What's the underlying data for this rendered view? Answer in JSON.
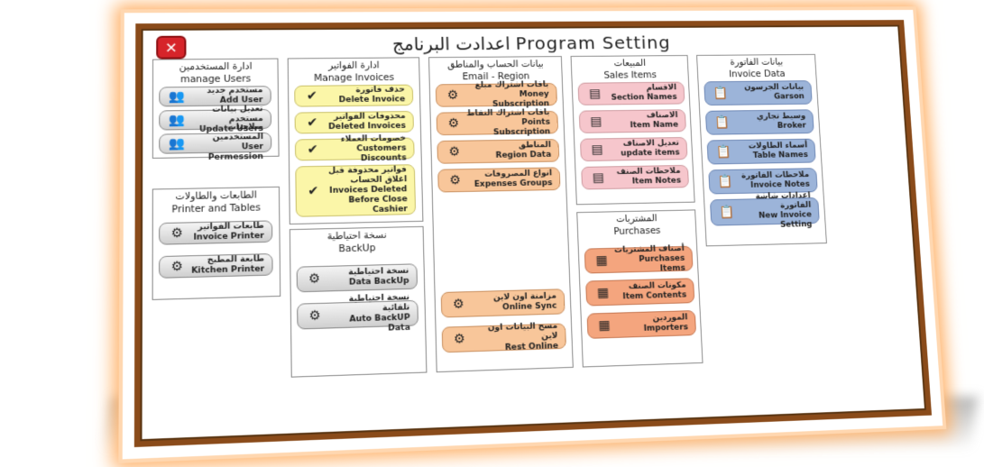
{
  "window": {
    "title": "اعدادت البرنامج Program Setting",
    "close_label": "✕"
  },
  "sections": {
    "users": {
      "ar": "ادارة المستخدمين",
      "en": "manage Users",
      "buttons": [
        {
          "ar": "مستخدم جديد",
          "en": "Add User"
        },
        {
          "ar": "تعديل بيانات مستخدم",
          "en": "Update Users"
        },
        {
          "ar": "صلاحيات المستخدمين",
          "en": "User Permession"
        }
      ]
    },
    "printers": {
      "ar": "الطابعات والطاولات",
      "en": "Printer and Tables",
      "buttons": [
        {
          "ar": "طابعات الفواتير",
          "en": "Invoice Printer"
        },
        {
          "ar": "طابعة المطبخ",
          "en": "Kitchen Printer"
        }
      ]
    },
    "invoices": {
      "ar": "ادارة الفواتير",
      "en": "Manage Invoices",
      "buttons": [
        {
          "ar": "حذف فاتورة",
          "en": "Delete Invoice"
        },
        {
          "ar": "محذوفات الفواتير",
          "en": "Deleted Invoices"
        },
        {
          "ar": "خصومات العملاء",
          "en": "Customers Discounts"
        },
        {
          "ar": "فواتير محذوفة قبل اغلاق الحساب",
          "en": "Invoices Deleted Before Close Cashier"
        }
      ]
    },
    "backup": {
      "ar": "نسخة احتياطية",
      "en": "BackUp",
      "buttons": [
        {
          "ar": "نسخة احتياطية",
          "en": "Data BackUp"
        },
        {
          "ar": "نسخة احتياطية تلقائية",
          "en": "Auto BackUP Data"
        }
      ]
    },
    "email": {
      "ar": "بيانات الحساب والمناطق",
      "en": "Email - Region",
      "buttons": [
        {
          "ar": "باقات اشتراك مبلغ",
          "en": "Money Subscription"
        },
        {
          "ar": "باقات اشتراك النقاط",
          "en": "Points Subscription"
        },
        {
          "ar": "المناطق",
          "en": "Region Data"
        },
        {
          "ar": "انواع المصروفات",
          "en": "Expenses Groups"
        },
        {
          "ar": "مزامنة اون لاين",
          "en": "Online Sync"
        },
        {
          "ar": "مسح البيانات اون لاين",
          "en": "Rest Online"
        }
      ]
    },
    "sales": {
      "ar": "المبيعات",
      "en": "Sales Items",
      "buttons": [
        {
          "ar": "الاقسام",
          "en": "Section Names"
        },
        {
          "ar": "الاصناف",
          "en": "Item Name"
        },
        {
          "ar": "تعديل الاصناف",
          "en": "update items"
        },
        {
          "ar": "ملاحظات الصنف",
          "en": "Item Notes"
        }
      ]
    },
    "purchases": {
      "ar": "المشتريات",
      "en": "Purchases",
      "buttons": [
        {
          "ar": "أصناف المشتريات",
          "en": "Purchases Items"
        },
        {
          "ar": "مكونات الصنف",
          "en": "Item Contents"
        },
        {
          "ar": "الموردين",
          "en": "Importers"
        }
      ]
    },
    "invoice_data": {
      "ar": "بيانات الفاتورة",
      "en": "Invoice Data",
      "buttons": [
        {
          "ar": "بيانات الجرسون",
          "en": "Garson"
        },
        {
          "ar": "وسيط تجاري",
          "en": "Broker"
        },
        {
          "ar": "أسماء الطاولات",
          "en": "Table Names"
        },
        {
          "ar": "ملاحظات الفاتورة",
          "en": "Invoice Notes"
        },
        {
          "ar": "اعدادات شاشة الفاتورة",
          "en": "New Invoice Setting"
        }
      ]
    }
  },
  "colors": {
    "frame": "#8a4b1a",
    "glow": "#ffb36b",
    "close": "#d6242a"
  },
  "icons": {
    "users": "user-icon",
    "gear": "gear-icon",
    "check": "check-icon",
    "card": "card-icon",
    "table": "table-icon",
    "note": "note-icon"
  }
}
